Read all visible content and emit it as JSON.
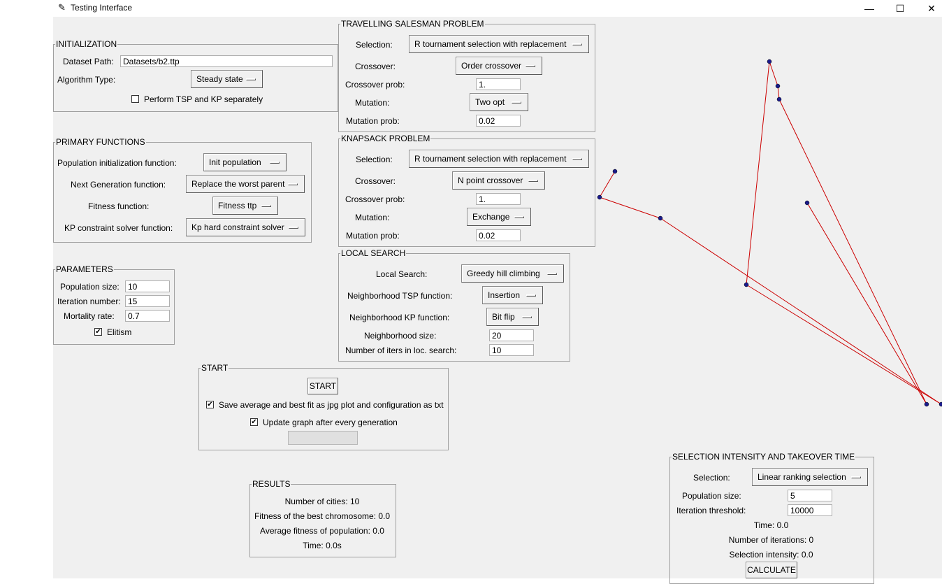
{
  "window": {
    "title": "Testing Interface",
    "minimize": "—",
    "maximize": "☐",
    "close": "✕"
  },
  "init": {
    "title": "INITIALIZATION",
    "dataset_label": "Dataset Path:",
    "dataset_value": "Datasets/b2.ttp",
    "algo_label": "Algorithm Type:",
    "algo_value": "Steady state",
    "separate_label": "Perform TSP and KP separately",
    "separate_checked": ""
  },
  "primary": {
    "title": "PRIMARY FUNCTIONS",
    "pop_init_label": "Population initialization function:",
    "pop_init_value": "Init population",
    "next_gen_label": "Next Generation function:",
    "next_gen_value": "Replace the worst parent",
    "fitness_label": "Fitness function:",
    "fitness_value": "Fitness ttp",
    "kp_label": "KP constraint solver function:",
    "kp_value": "Kp hard constraint solver"
  },
  "params": {
    "title": "PARAMETERS",
    "pop_size_label": "Population size:",
    "pop_size_value": "10",
    "iter_label": "Iteration number:",
    "iter_value": "15",
    "mort_label": "Mortality rate:",
    "mort_value": "0.7",
    "elitism_label": "Elitism",
    "elitism_checked": "✔"
  },
  "tsp": {
    "title": "TRAVELLING SALESMAN PROBLEM",
    "selection_label": "Selection:",
    "selection_value": "R tournament selection with replacement",
    "crossover_label": "Crossover:",
    "crossover_value": "Order crossover",
    "cprob_label": "Crossover prob:",
    "cprob_value": "1.",
    "mutation_label": "Mutation:",
    "mutation_value": "Two opt",
    "mprob_label": "Mutation prob:",
    "mprob_value": "0.02"
  },
  "kp": {
    "title": "KNAPSACK PROBLEM",
    "selection_label": "Selection:",
    "selection_value": "R tournament selection with replacement",
    "crossover_label": "Crossover:",
    "crossover_value": "N point crossover",
    "cprob_label": "Crossover prob:",
    "cprob_value": "1.",
    "mutation_label": "Mutation:",
    "mutation_value": "Exchange",
    "mprob_label": "Mutation prob:",
    "mprob_value": "0.02"
  },
  "local": {
    "title": "LOCAL SEARCH",
    "ls_label": "Local Search:",
    "ls_value": "Greedy hill climbing",
    "ntsp_label": "Neighborhood TSP function:",
    "ntsp_value": "Insertion",
    "nkp_label": "Neighborhood KP function:",
    "nkp_value": "Bit flip",
    "nsize_label": "Neighborhood size:",
    "nsize_value": "20",
    "niters_label": "Number of iters in loc. search:",
    "niters_value": "10"
  },
  "start": {
    "title": "START",
    "button": "START",
    "save_label": "Save average and best fit as jpg plot and configuration as txt",
    "save_checked": "✔",
    "update_label": "Update graph after every generation",
    "update_checked": "✔"
  },
  "results": {
    "title": "RESULTS",
    "cities": "Number of cities: 10",
    "best": "Fitness of the best chromosome: 0.0",
    "avg": "Average fitness of population: 0.0",
    "time": "Time: 0.0s"
  },
  "sel_int": {
    "title": "SELECTION INTENSITY AND TAKEOVER TIME",
    "selection_label": "Selection:",
    "selection_value": "Linear ranking selection",
    "pop_label": "Population size:",
    "pop_value": "5",
    "thr_label": "Iteration threshold:",
    "thr_value": "10000",
    "time": "Time: 0.0",
    "iters": "Number of iterations: 0",
    "intensity": "Selection intensity: 0.0",
    "button": "CALCULATE"
  },
  "graph": {
    "line_color": "#cc0000",
    "node_color": "#1a1a8c"
  }
}
